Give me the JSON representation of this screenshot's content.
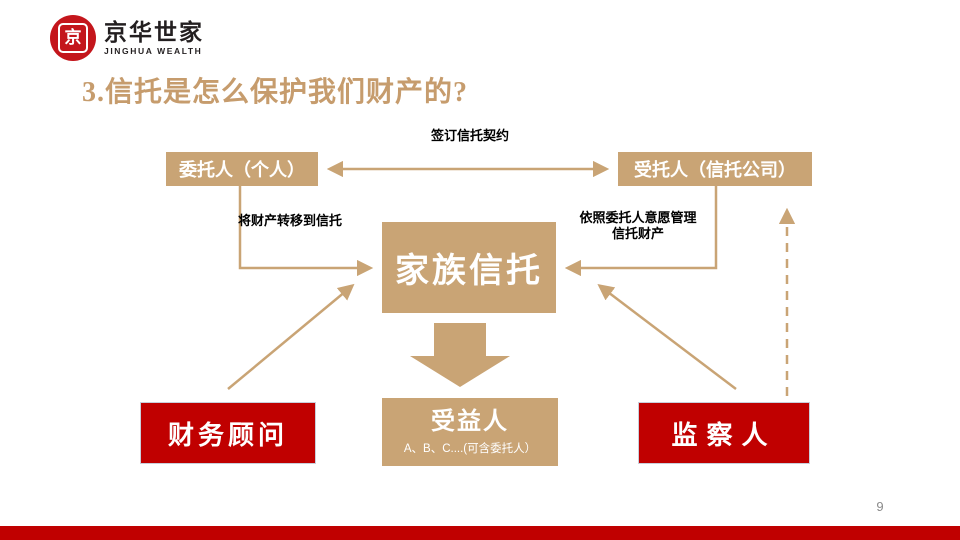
{
  "slide": {
    "logo": {
      "seal_char": "京",
      "name_cn": "京华世家",
      "name_en": "JINGHUA WEALTH"
    },
    "title": "3.信托是怎么保护我们财产的?",
    "page_number": "9",
    "colors": {
      "tan": "#c9a475",
      "red": "#c00000",
      "title_tan": "#c69c6d",
      "logo_red": "#c4161c"
    }
  },
  "diagram": {
    "boxes": {
      "principal": "委托人（个人）",
      "trustee": "受托人（信托公司）",
      "family_trust": "家族信托",
      "advisor": "财务顾问",
      "beneficiary_title": "受益人",
      "beneficiary_sub": "A、B、C....(可含委托人）",
      "supervisor": "监察人"
    },
    "labels": {
      "sign_contract": "签订信托契约",
      "transfer_property": "将财产转移到信托",
      "manage_line1": "依照委托人意愿管理",
      "manage_line2": "信托财产"
    }
  }
}
